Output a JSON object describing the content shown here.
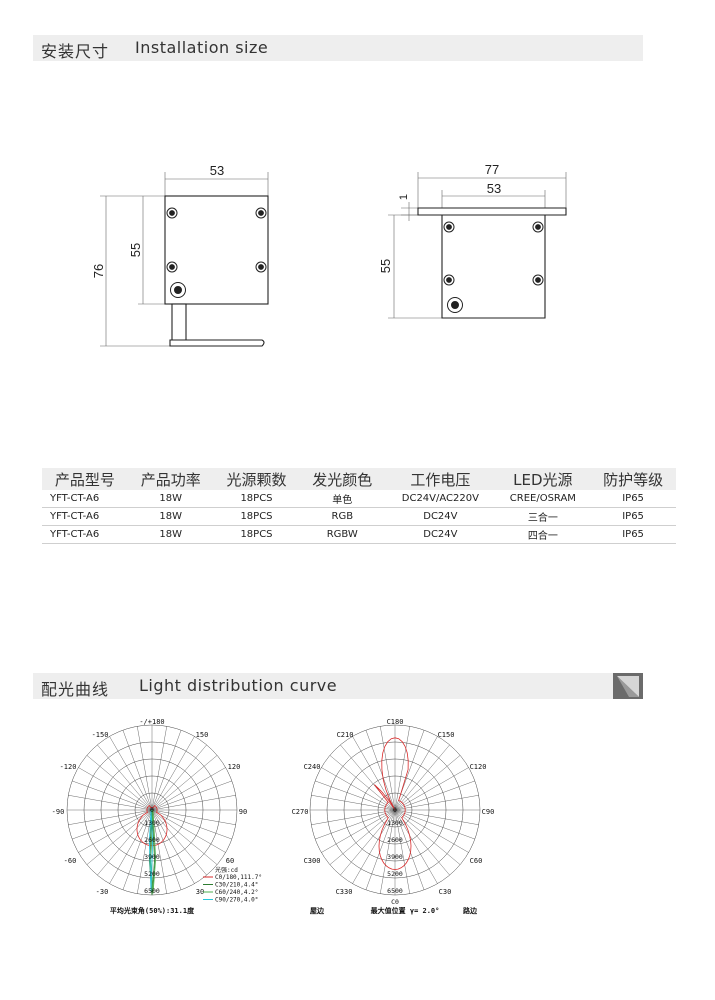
{
  "sections": {
    "installation": {
      "cn": "安装尺寸",
      "en": "Installation size"
    },
    "distribution": {
      "cn": "配光曲线",
      "en": "Light distribution curve"
    }
  },
  "dimensions": {
    "left": {
      "width": "53",
      "inner_height": "55",
      "total_height": "76"
    },
    "right": {
      "outer_width": "77",
      "inner_width": "53",
      "flange": "1",
      "height": "55"
    }
  },
  "spec_table": {
    "headers": [
      "产品型号",
      "产品功率",
      "光源颗数",
      "发光颜色",
      "工作电压",
      "LED光源",
      "防护等级"
    ],
    "rows": [
      [
        "YFT-CT-A6",
        "18W",
        "18PCS",
        "单色",
        "DC24V/AC220V",
        "CREE/OSRAM",
        "IP65"
      ],
      [
        "YFT-CT-A6",
        "18W",
        "18PCS",
        "RGB",
        "DC24V",
        "三合一",
        "IP65"
      ],
      [
        "YFT-CT-A6",
        "18W",
        "18PCS",
        "RGBW",
        "DC24V",
        "四合一",
        "IP65"
      ]
    ]
  },
  "polar_left": {
    "angle_labels": {
      "top": "-/+180",
      "l150": "-150",
      "r150": "150",
      "l120": "-120",
      "r120": "120",
      "l90": "-90",
      "r90": "90",
      "l60": "-60",
      "r60": "60",
      "l30": "-30",
      "r30": "30"
    },
    "radial_labels": [
      "0",
      "1300",
      "2600",
      "3900",
      "5200",
      "6500"
    ],
    "legend_title": "光强:cd",
    "legend": [
      "C0/180,111.7°",
      "C30/210,4.4°",
      "C60/240,4.2°",
      "C90/270,4.0°"
    ],
    "legend_colors": [
      "#d92a2a",
      "#2e7d32",
      "#4caf50",
      "#26c6da"
    ],
    "footer": "平均光束角(50%):31.1度"
  },
  "polar_right": {
    "angle_labels": {
      "top": "C180",
      "l150": "C210",
      "r150": "C150",
      "l120": "C240",
      "r120": "C120",
      "l90": "C270",
      "r90": "C90",
      "l60": "C300",
      "r60": "C60",
      "l30": "C330",
      "r30": "C30",
      "bottom": "C0"
    },
    "radial_labels": [
      "0",
      "1300",
      "2600",
      "3900",
      "5200",
      "6500"
    ],
    "footer_left": "屋边",
    "footer_mid": "最大值位置 γ= 2.0°",
    "footer_right": "路边"
  }
}
